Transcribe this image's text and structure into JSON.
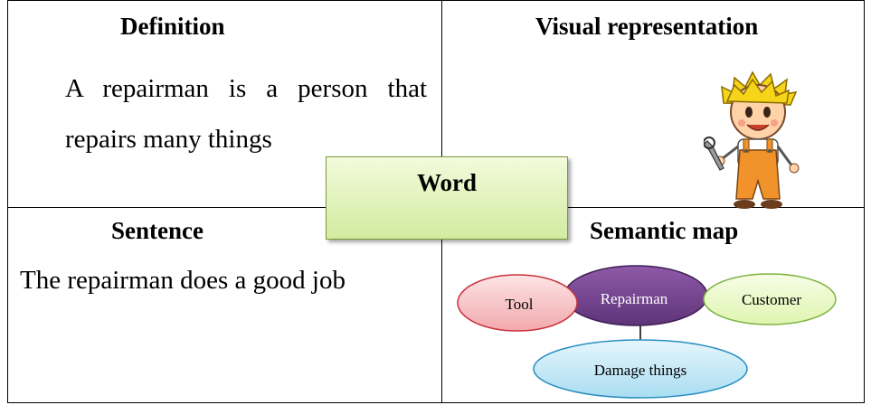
{
  "definition": {
    "title": "Definition",
    "text": "A repairman is a person that repairs many things"
  },
  "visual": {
    "title": "Visual representation",
    "icon": "repairman-cartoon-icon"
  },
  "word": {
    "label": "Word"
  },
  "sentence": {
    "title": "Sentence",
    "text": "The repairman does a good job"
  },
  "semantic_map": {
    "title": "Semantic map",
    "nodes": {
      "tool": "Tool",
      "repairman": "Repairman",
      "customer": "Customer",
      "damage": "Damage things"
    },
    "colors": {
      "tool": "#f7c5c8",
      "repairman": "#7b4a96",
      "customer": "#ecfbcc",
      "damage": "#bfe7f6"
    }
  }
}
